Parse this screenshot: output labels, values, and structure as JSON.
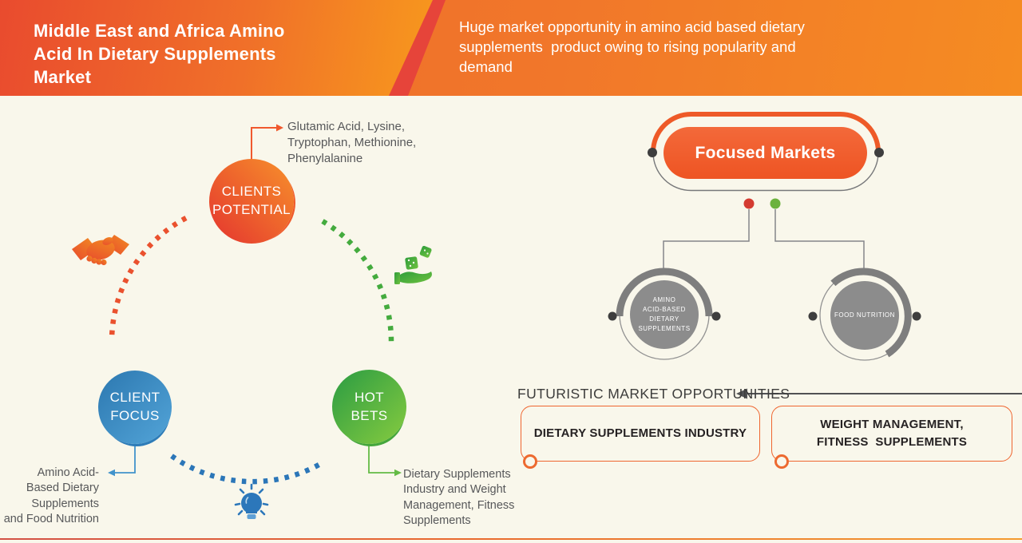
{
  "page": {
    "background": "#f9f7eb",
    "accent_orange": "#ee5a28",
    "accent_blue": "#2e7cb8",
    "accent_green": "#45a63e",
    "node_gray": "#8c8c8c",
    "red_dot": "#d43b31",
    "green_dot": "#6cb23d"
  },
  "header": {
    "title": "Middle East and Africa Amino\nAcid In Dietary Supplements\nMarket",
    "subtitle": "Huge market opportunity in amino acid based dietary\nsupplements  product owing to rising popularity and\ndemand"
  },
  "cycle": {
    "clients_potential_label": "CLIENTS\nPOTENTIAL",
    "clients_potential_note": "Glutamic Acid, Lysine,\nTryptophan, Methionine,\nPhenylalanine",
    "client_focus_label": "CLIENT\nFOCUS",
    "client_focus_note": "Amino Acid-\nBased Dietary\nSupplements\nand Food Nutrition",
    "hot_bets_label": "HOT\nBETS",
    "hot_bets_note": "Dietary Supplements\nIndustry and Weight\nManagement, Fitness\nSupplements"
  },
  "icons": {
    "handshake": "handshake-icon",
    "dice_hand": "hand-with-dice-icon",
    "lightbulb": "lightbulb-icon"
  },
  "focused_markets": {
    "title": "Focused Markets",
    "nodes": [
      {
        "label": "AMINO\nACID-BASED\nDIETARY\nSUPPLEMENTS"
      },
      {
        "label": "FOOD NUTRITION"
      }
    ]
  },
  "futuristic": {
    "heading": "FUTURISTIC MARKET OPPORTUNITIES",
    "boxes": [
      {
        "label": "DIETARY SUPPLEMENTS INDUSTRY"
      },
      {
        "label": "WEIGHT MANAGEMENT,\nFITNESS  SUPPLEMENTS"
      }
    ]
  }
}
